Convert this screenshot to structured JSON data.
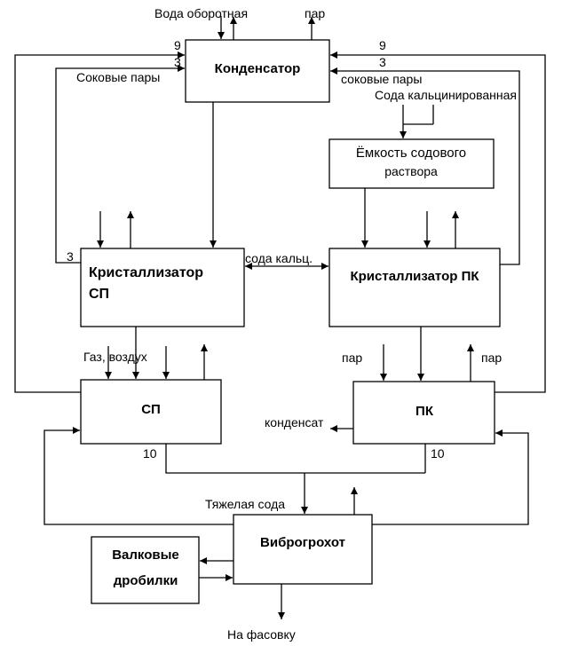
{
  "boxes": {
    "condenser": "Конденсатор",
    "soda_tank_line1": "Ёмкость содового",
    "soda_tank_line2": "раствора",
    "cryst_sp_line1": "Кристаллизатор",
    "cryst_sp_line2": "СП",
    "cryst_pk": "Кристаллизатор ПК",
    "sp": "СП",
    "pk": "ПК",
    "vibro": "Виброгрохот",
    "rollers_line1": "Валковые",
    "rollers_line2": "дробилки"
  },
  "labels": {
    "water": "Вода оборотная",
    "steam_top": "пар",
    "juice_vapor_left": "Соковые пары",
    "juice_vapor_right": "соковые пары",
    "soda_calcined": "Сода кальцинированная",
    "soda_calc_short": "сода кальц.",
    "gas_air": "Газ, воздух",
    "steam_pk_left": "пар",
    "steam_pk_right": "пар",
    "condensate": "конденсат",
    "heavy_soda": "Тяжелая сода",
    "to_packing": "На фасовку",
    "n9_left": "9",
    "n3_left": "3",
    "n9_right": "9",
    "n3_right": "3",
    "n3_cryst": "3",
    "n10_left": "10",
    "n10_right": "10"
  }
}
